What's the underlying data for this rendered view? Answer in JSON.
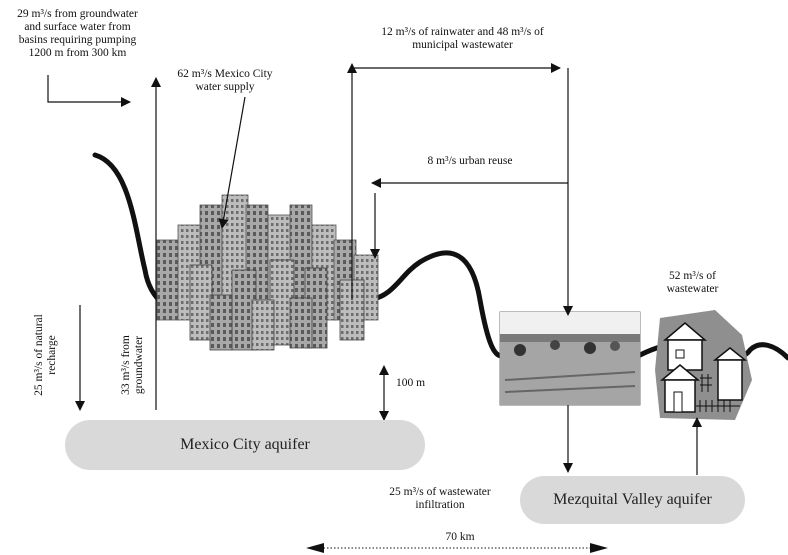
{
  "flows": {
    "import": [
      "29 m³/s from groundwater",
      "and surface water from",
      "basins requiring pumping",
      "1200 m from 300 km"
    ],
    "supply": [
      "62 m³/s Mexico City",
      "water supply"
    ],
    "rain_waste": [
      "12 m³/s of rainwater and 48 m³/s of",
      "municipal wastewater"
    ],
    "reuse": "8 m³/s urban reuse",
    "natural_recharge": [
      "25 m³/s of natural",
      "recharge"
    ],
    "from_groundwater": [
      "33 m³/s from",
      "groundwater"
    ],
    "depth": "100 m",
    "infiltration": [
      "25 m³/s of wastewater",
      "infiltration"
    ],
    "valley_waste": [
      "52 m³/s of",
      "wastewater"
    ],
    "distance": "70 km"
  },
  "aquifers": {
    "mexico_city": "Mexico City aquifer",
    "mezquital": "Mezquital Valley aquifer"
  },
  "colors": {
    "aquifer_fill": "#d9d9d9",
    "line": "#111111",
    "building": "#9a9a9a"
  },
  "icons": [
    "city-buildings-illustration",
    "farm-field-photo",
    "rural-houses-illustration"
  ]
}
